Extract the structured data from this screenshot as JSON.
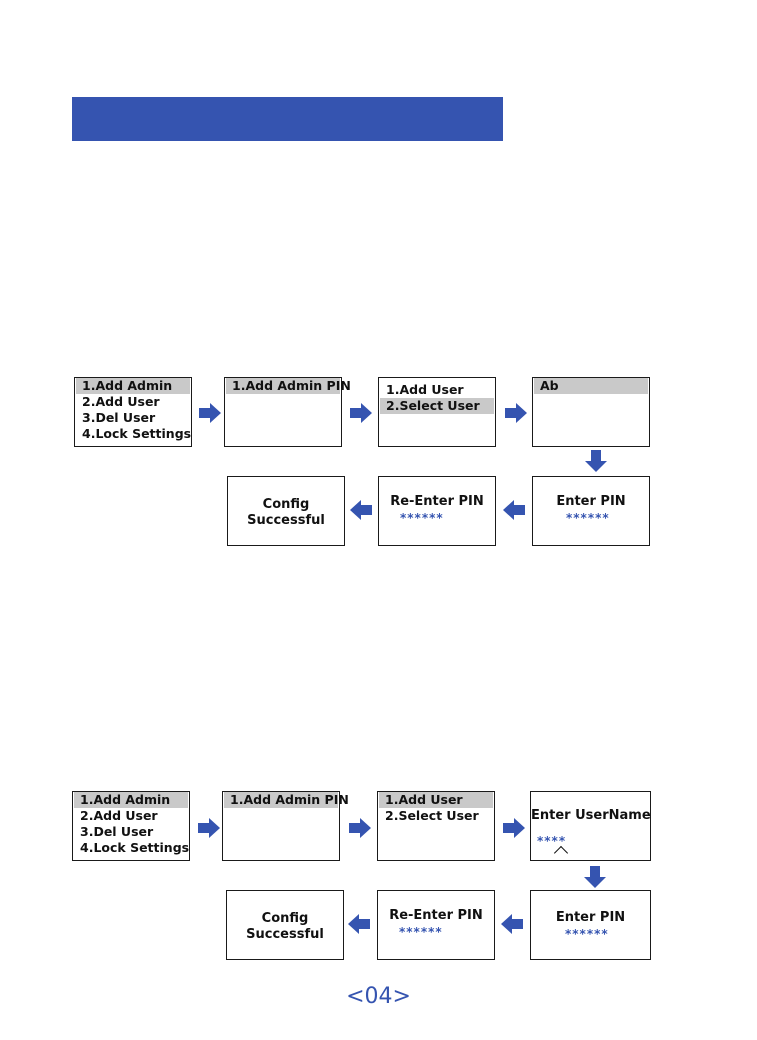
{
  "flow1": {
    "main_menu": {
      "items": [
        "1.Add Admin",
        "2.Add User",
        "3.Del User",
        "4.Lock Settings"
      ]
    },
    "admin_pin": {
      "label": "1.Add Admin PIN"
    },
    "user_menu": {
      "items": [
        "1.Add User",
        "2.Select User"
      ]
    },
    "user_select": {
      "label": "Ab"
    },
    "enter_pin": {
      "label": "Enter PIN",
      "mask": "******"
    },
    "reenter_pin": {
      "label": "Re-Enter PIN",
      "mask": "******"
    },
    "config": {
      "line1": "Config",
      "line2": "Successful"
    }
  },
  "flow2": {
    "main_menu": {
      "items": [
        "1.Add Admin",
        "2.Add User",
        "3.Del User",
        "4.Lock Settings"
      ]
    },
    "admin_pin": {
      "label": "1.Add Admin PIN"
    },
    "user_menu": {
      "items": [
        "1.Add User",
        "2.Select User"
      ]
    },
    "username": {
      "label": "Enter UserName",
      "mask": "****"
    },
    "enter_pin": {
      "label": "Enter PIN",
      "mask": "******"
    },
    "reenter_pin": {
      "label": "Re-Enter PIN",
      "mask": "******"
    },
    "config": {
      "line1": "Config",
      "line2": "Successful"
    }
  },
  "footer": {
    "page_number": "<04>"
  },
  "colors": {
    "accent": "#3554b0",
    "highlight": "#c9c9c9"
  }
}
